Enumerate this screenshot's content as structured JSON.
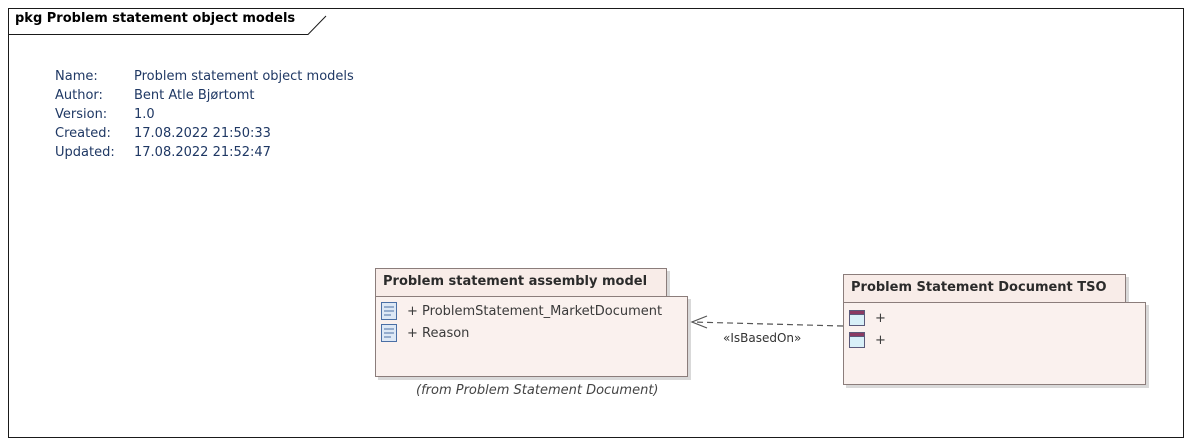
{
  "frame": {
    "title": "pkg Problem statement object models"
  },
  "metadata": [
    {
      "key": "Name:",
      "value": "Problem statement object models"
    },
    {
      "key": "Author:",
      "value": "Bent Atle Bjørtomt"
    },
    {
      "key": "Version:",
      "value": "1.0"
    },
    {
      "key": "Created:",
      "value": "17.08.2022 21:50:33"
    },
    {
      "key": "Updated:",
      "value": "17.08.2022 21:52:47"
    }
  ],
  "packages": {
    "assembly": {
      "title": "Problem statement assembly model",
      "items": [
        "+ ProblemStatement_MarketDocument",
        "+ Reason"
      ],
      "from_note": "(from Problem Statement Document)",
      "item_icon": "class-element-icon"
    },
    "tso": {
      "title": "Problem Statement Document TSO",
      "items": [
        "+",
        "+"
      ],
      "item_icon": "table-element-icon"
    }
  },
  "connector": {
    "stereotype": "«IsBasedOn»",
    "style": "dashed-open-arrow"
  },
  "colors": {
    "package_fill": "#faf1ee",
    "package_tab_fill": "#f8ece8",
    "package_border": "#8b7d7b",
    "metadata_text": "#1f3864"
  }
}
